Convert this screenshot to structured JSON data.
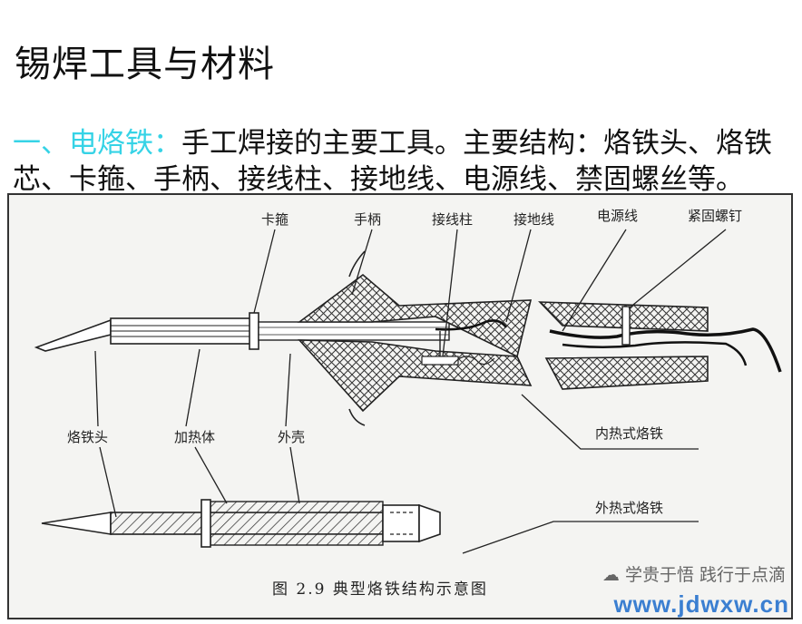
{
  "slide": {
    "title": "锡焊工具与材料",
    "intro_accent": "一、电烙铁：",
    "intro_text": "手工焊接的主要工具。主要结构：烙铁头、烙铁芯、卡箍、手柄、接线柱、接地线、电源线、禁固螺丝等。"
  },
  "diagram": {
    "labels": {
      "clamp": "卡箍",
      "handle": "手柄",
      "terminal": "接线柱",
      "ground_wire": "接地线",
      "power_cord": "电源线",
      "set_screw": "紧固螺钉",
      "tip": "烙铁头",
      "heater": "加热体",
      "shell": "外壳",
      "internal_type": "内热式烙铁",
      "external_type": "外热式烙铁"
    },
    "caption": "图 2.9    典型烙铁结构示意图"
  },
  "watermark": {
    "line1": "学贵于悟 践行于点滴",
    "line2": "www.jdwxw.cn"
  }
}
